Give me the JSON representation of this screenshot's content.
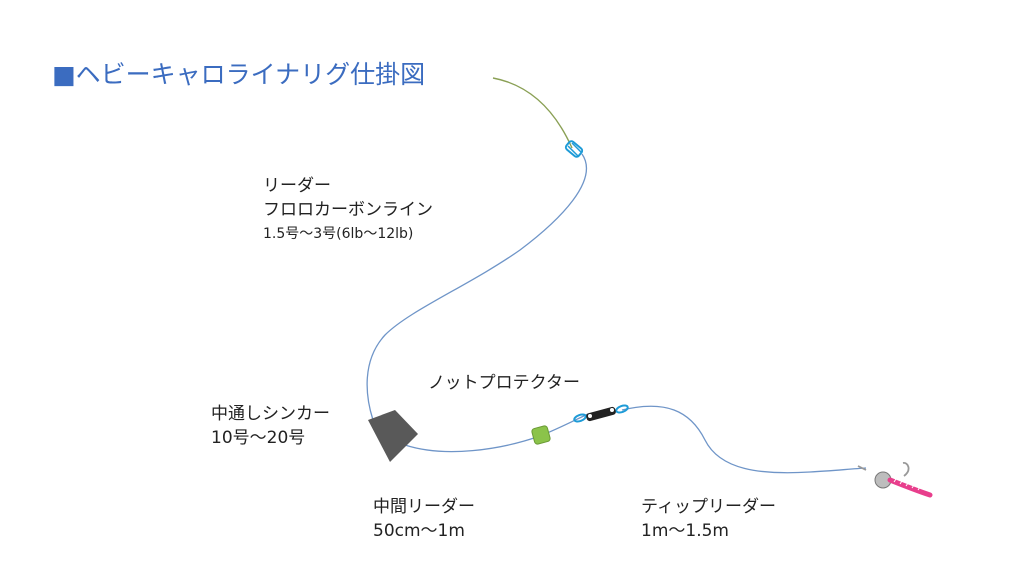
{
  "title": "■ヘビーキャロライナリグ仕掛図",
  "labels": {
    "leader": {
      "line1": "リーダー",
      "line2": "フロロカーボンライン",
      "line3": "1.5号〜3号(6lb〜12lb)"
    },
    "knot_protector": "ノットプロテクター",
    "sinker": {
      "line1": "中通しシンカー",
      "line2": "10号〜20号"
    },
    "middle_leader": {
      "line1": "中間リーダー",
      "line2": "50cm〜1m"
    },
    "tip_leader": {
      "line1": "ティップリーダー",
      "line2": "1m〜1.5m"
    }
  },
  "colors": {
    "title": "#3b6cc0",
    "line": "#6f95c8",
    "main_line": "#8aa055",
    "sinker": "#595959",
    "knot_protector": "#8bc34a",
    "swivel": "#222222",
    "swivel_ring": "#1e9bd7",
    "lure": "#e83e8c",
    "hook": "#999999"
  }
}
